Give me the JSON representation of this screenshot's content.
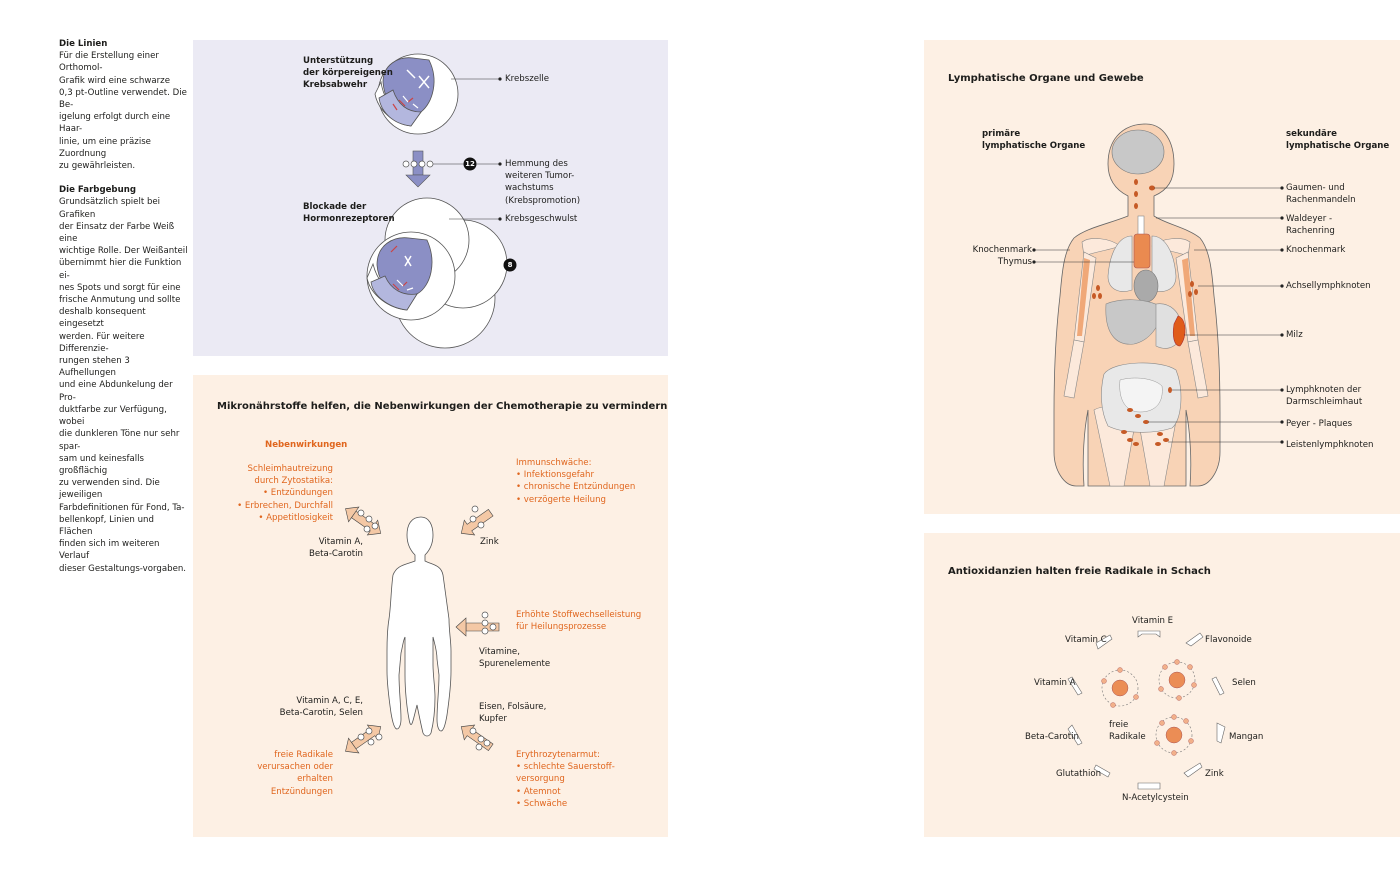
{
  "sidebar": {
    "heading1": "Die Linien",
    "text1": "Für die Erstellung einer Orthomol-\nGrafik wird eine schwarze\n0,3 pt-Outline verwendet.  Die Be-\nigelung erfolgt durch eine Haar-\nlinie, um eine präzise Zuordnung\nzu gewährleisten.",
    "heading2": "Die Farbgebung",
    "text2": "Grundsätzlich spielt bei Grafiken\nder Einsatz der Farbe Weiß eine\nwichtige Rolle. Der Weißanteil\nübernimmt hier die Funktion ei-\nnes Spots und sorgt für eine\nfrische Anmutung und sollte\ndeshalb konsequent eingesetzt\nwerden. Für weitere Differenzie-\nrungen stehen 3 Aufhellungen\nund eine Abdunkelung der Pro-\nduktfarbe zur Verfügung, wobei\ndie dunkleren Töne nur sehr spar-\nsam und keinesfalls großflächig\nzu verwenden sind. Die jeweiligen\nFarbdefinitionen für Fond, Ta-\nbellenkopf, Linien und Flächen\nfinden sich im weiteren Verlauf\ndieser Gestaltungs-vorgaben."
  },
  "tumor": {
    "label_support": "Unterstützung\nder körpereigenen\nKrebsabwehr",
    "label_cell": "Krebszelle",
    "badge1": "12",
    "label_inhibit": "Hemmung des\nweiteren Tumor-\nwachstums\n(Krebspromotion)",
    "label_blockade": "Blockade der\nHormonrezeptoren",
    "label_tumor": "Krebsgeschwulst",
    "badge2": "8"
  },
  "chemo": {
    "title": "Mikronährstoffe helfen, die Nebenwirkungen der Chemotherapie zu vermindern",
    "side_effects_heading": "Nebenwirkungen",
    "effect_mucosa": "Schleimhautreizung\ndurch Zytostatika:\n• Entzündungen\n• Erbrechen, Durchfall\n• Appetitlosigkeit",
    "nutrient_vitA": "Vitamin A,\nBeta-Carotin",
    "effect_immune": "Immunschwäche:\n• Infektionsgefahr\n• chronische Entzündungen\n• verzögerte Heilung",
    "nutrient_zinc": "Zink",
    "effect_metabolism": "Erhöhte Stoffwechselleistung\nfür Heilungsprozesse",
    "nutrient_vitamins": "Vitamine,\nSpurenelemente",
    "nutrient_vitACE": "Vitamin A, C, E,\nBeta-Carotin, Selen",
    "effect_radicals": "freie Radikale\nverursachen oder\nerhalten\nEntzündungen",
    "nutrient_iron": "Eisen, Folsäure,\nKupfer",
    "effect_anemia": "Erythrozytenarmut:\n• schlechte Sauerstoff-\n  versorgung\n• Atemnot\n• Schwäche"
  },
  "lymph": {
    "title": "Lymphatische Organe und Gewebe",
    "primary_heading": "primäre\nlymphatische Organe",
    "secondary_heading": "sekundäre\nlymphatische Organe",
    "left_labels": [
      "Knochenmark",
      "Thymus"
    ],
    "right_labels": [
      "Gaumen- und\nRachenmandeln",
      "Waldeyer -\nRachenring",
      "Knochenmark",
      "Achsellymphknoten",
      "Milz",
      "Lymphknoten der\nDarmschleimhaut",
      "Peyer - Plaques",
      "Leistenlymphknoten"
    ]
  },
  "antiox": {
    "title": "Antioxidanzien halten freie Radikale in Schach",
    "center_label": "freie\nRadikale",
    "labels": [
      "Vitamin E",
      "Flavonoide",
      "Selen",
      "Mangan",
      "Zink",
      "N-Acetylcystein",
      "Glutathion",
      "Beta-Carotin",
      "Vitamin A",
      "Vitamin C"
    ]
  },
  "colors": {
    "panel_lilac": "#ebeaf4",
    "panel_cream": "#fdf0e4",
    "orange": "#e0661e",
    "skin": "#f8d3b6",
    "blue": "#7b84bf"
  }
}
